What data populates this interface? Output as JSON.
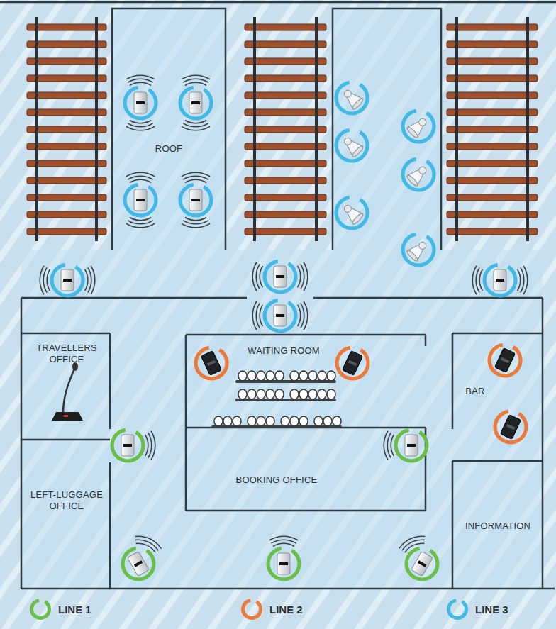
{
  "diagram": {
    "nodes": [
      {
        "text": [
          "ROOF"
        ]
      },
      {
        "text": [
          "TRAVELLERS OFFICE"
        ]
      },
      {
        "text": [
          "WAITING ROOM"
        ]
      },
      {
        "text": [
          "BAR"
        ]
      },
      {
        "text": [
          "LEFT-LUGGAGE OFFICE"
        ]
      },
      {
        "text": [
          "BOOKING OFFICE"
        ]
      },
      {
        "text": [
          "INFORMATION"
        ]
      }
    ],
    "legend": [
      {
        "text": "LINE 1",
        "color": "#6abf4b"
      },
      {
        "text": "LINE 2",
        "color": "#ec7a3c"
      },
      {
        "text": "LINE 3",
        "color": "#45b9e6"
      }
    ]
  }
}
